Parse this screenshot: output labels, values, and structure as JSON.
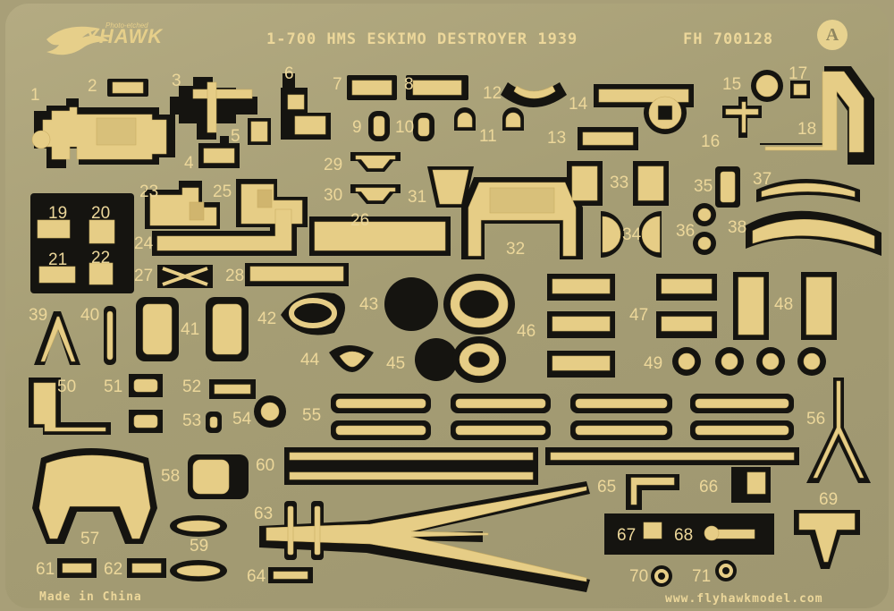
{
  "header": {
    "title": "1-700 HMS ESKIMO DESTROYER 1939",
    "code": "FH 700128",
    "sheet_letter": "A"
  },
  "brand": {
    "name": "FLYHAWK",
    "sub": "Photo-etched"
  },
  "footer": {
    "made_in": "Made in China",
    "website": "www.flyhawkmodel.com"
  },
  "part_numbers": [
    "1",
    "2",
    "3",
    "4",
    "5",
    "6",
    "7",
    "8",
    "9",
    "10",
    "11",
    "12",
    "13",
    "14",
    "15",
    "16",
    "17",
    "18",
    "19",
    "20",
    "21",
    "22",
    "23",
    "24",
    "25",
    "26",
    "27",
    "28",
    "29",
    "30",
    "31",
    "32",
    "33",
    "34",
    "35",
    "36",
    "37",
    "38",
    "39",
    "40",
    "41",
    "42",
    "43",
    "44",
    "45",
    "46",
    "47",
    "48",
    "49",
    "50",
    "51",
    "52",
    "53",
    "54",
    "55",
    "56",
    "57",
    "58",
    "59",
    "60",
    "61",
    "62",
    "63",
    "64",
    "65",
    "66",
    "67",
    "68",
    "69",
    "70",
    "71"
  ],
  "colors": {
    "brass": "#e6cd86",
    "brass_dark": "#c9ad63",
    "cutout": "#151410",
    "sheet": "#a89f78"
  }
}
